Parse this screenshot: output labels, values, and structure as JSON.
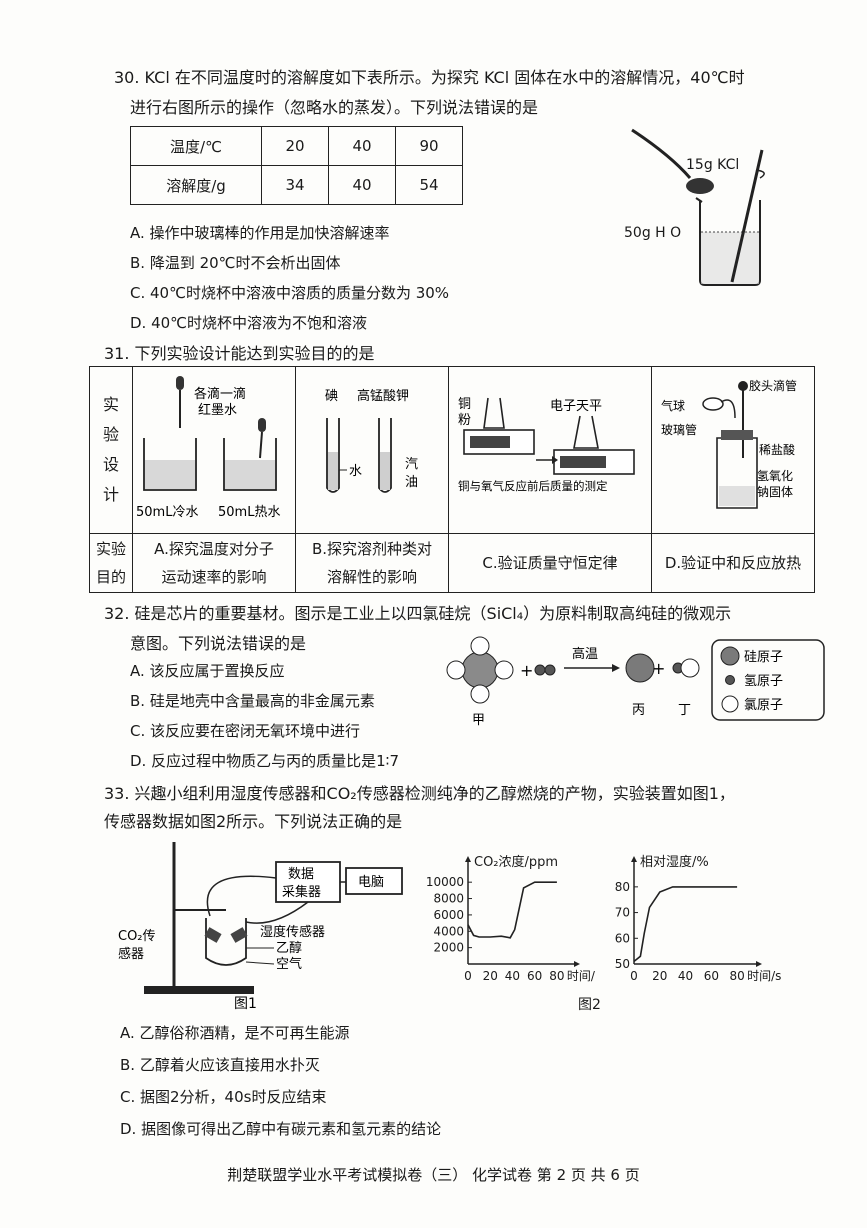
{
  "q30": {
    "line1": "30. KCl 在不同温度时的溶解度如下表所示。为探究 KCl 固体在水中的溶解情况，40℃时",
    "line2": "进行右图所示的操作（忽略水的蒸发）。下列说法错误的是",
    "table": {
      "row1": [
        "温度/℃",
        "20",
        "40",
        "90"
      ],
      "row2": [
        "溶解度/g",
        "34",
        "40",
        "54"
      ]
    },
    "fig_kcl": "15g KCl",
    "fig_water": "50g H O",
    "options": [
      "A. 操作中玻璃棒的作用是加快溶解速率",
      "B. 降温到 20℃时不会析出固体",
      "C. 40℃时烧杯中溶液中溶质的质量分数为 30%",
      "D. 40℃时烧杯中溶液为不饱和溶液"
    ]
  },
  "q31": {
    "stem": "31. 下列实验设计能达到实验目的的是",
    "design_label": [
      "实",
      "验",
      "设",
      "计"
    ],
    "purpose_label": [
      "实验",
      "目的"
    ],
    "a_fig": {
      "drop": "各滴一滴",
      "ink": "红墨水",
      "cold": "50mL冷水",
      "hot": "50mL热水"
    },
    "b_fig": {
      "iodine": "碘",
      "kmno4": "高锰酸钾",
      "water": "水",
      "oil1": "汽",
      "oil2": "油"
    },
    "c_fig": {
      "copper1": "铜",
      "copper2": "粉",
      "balance": "电子天平",
      "caption": "铜与氧气反应前后质量的测定"
    },
    "d_fig": {
      "dropper": "胶头滴管",
      "balloon": "气球",
      "tube": "玻璃管",
      "acid": "稀盐酸",
      "naoh1": "氢氧化",
      "naoh2": "钠固体"
    },
    "purposes": {
      "a": [
        "A.探究温度对分子",
        "运动速率的影响"
      ],
      "b": [
        "B.探究溶剂种类对",
        "溶解性的影响"
      ],
      "c": "C.验证质量守恒定律",
      "d": "D.验证中和反应放热"
    }
  },
  "q32": {
    "line1": "32. 硅是芯片的重要基材。图示是工业上以四氯硅烷（SiCl₄）为原料制取高纯硅的微观示",
    "line2": "意图。下列说法错误的是",
    "options": [
      "A. 该反应属于置换反应",
      "B. 硅是地壳中含量最高的非金属元素",
      "C. 该反应要在密闭无氧环境中进行",
      "D. 反应过程中物质乙与丙的质量比是1∶7"
    ],
    "condition": "高温",
    "labels": {
      "jia": "甲",
      "bing": "丙",
      "ding": "丁"
    },
    "legend": [
      "硅原子",
      "氢原子",
      "氯原子"
    ]
  },
  "q33": {
    "line1": "33. 兴趣小组利用湿度传感器和CO₂传感器检测纯净的乙醇燃烧的产物，实验装置如图1，",
    "line2": "传感器数据如图2所示。下列说法正确的是",
    "fig1": {
      "collector1": "数据",
      "collector2": "采集器",
      "computer": "电脑",
      "co2a": "CO₂传",
      "co2b": "感器",
      "humidity": "湿度传感器",
      "ethanol": "乙醇",
      "air": "空气",
      "caption": "图1"
    },
    "fig2_caption": "图2",
    "options": [
      "A. 乙醇俗称酒精，是不可再生能源",
      "B. 乙醇着火应该直接用水扑灭",
      "C. 据图2分析，40s时反应结束",
      "D. 据图像可得出乙醇中有碳元素和氢元素的结论"
    ]
  },
  "chart_data": [
    {
      "type": "line",
      "ylabel": "CO₂浓度/ppm",
      "xlabel": "时间/s",
      "x_ticks": [
        "0",
        "20",
        "40",
        "60",
        "80"
      ],
      "y_ticks": [
        "2000",
        "4000",
        "6000",
        "8000",
        "10000"
      ],
      "xlim": [
        0,
        90
      ],
      "ylim": [
        0,
        11000
      ],
      "series": [
        {
          "x": [
            0,
            5,
            10,
            20,
            30,
            38,
            42,
            50,
            60,
            65,
            80
          ],
          "y": [
            4800,
            3500,
            3300,
            3300,
            3400,
            3200,
            4200,
            9300,
            10000,
            10000,
            10000
          ]
        }
      ]
    },
    {
      "type": "line",
      "ylabel": "相对湿度/%",
      "xlabel": "时间/s",
      "x_ticks": [
        "0",
        "20",
        "40",
        "60",
        "80"
      ],
      "y_ticks": [
        "50",
        "60",
        "70",
        "80"
      ],
      "xlim": [
        0,
        90
      ],
      "ylim": [
        50,
        85
      ],
      "series": [
        {
          "x": [
            0,
            5,
            8,
            12,
            20,
            30,
            40,
            60,
            80
          ],
          "y": [
            51,
            53,
            62,
            72,
            78,
            80,
            80,
            80,
            80
          ]
        }
      ]
    }
  ],
  "footer": "荆楚联盟学业水平考试模拟卷（三）  化学试卷  第 2 页 共 6 页"
}
